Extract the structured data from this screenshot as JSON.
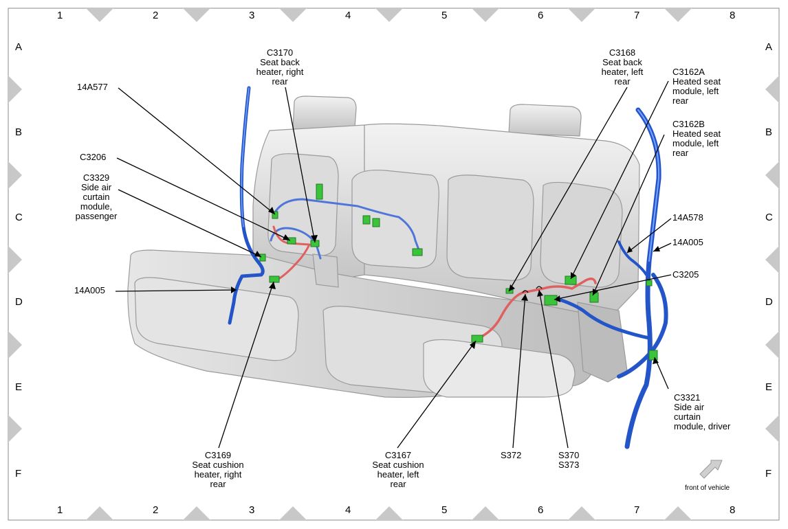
{
  "grid": {
    "columns": [
      "1",
      "2",
      "3",
      "4",
      "5",
      "6",
      "7",
      "8"
    ],
    "rows": [
      "A",
      "B",
      "C",
      "D",
      "E",
      "F"
    ]
  },
  "labels": {
    "c3170": "C3170\nSeat back\nheater, right\nrear",
    "c3168": "C3168\nSeat back\nheater, left\nrear",
    "c3162a": "C3162A\nHeated seat\nmodule, left\nrear",
    "c3162b": "C3162B\nHeated seat\nmodule, left\nrear",
    "a14a577": "14A577",
    "c3206": "C3206",
    "c3329": "C3329\nSide air\ncurtain\nmodule,\npassenger",
    "a14a005_left": "14A005",
    "a14a578": "14A578",
    "a14a005_right": "14A005",
    "c3205": "C3205",
    "c3321": "C3321\nSide air\ncurtain\nmodule, driver",
    "c3169": "C3169\nSeat cushion\nheater, right\nrear",
    "c3167": "C3167\nSeat cushion\nheater, left\nrear",
    "s372": "S372",
    "s370_s373": "S370\nS373",
    "front_of_vehicle": "front of vehicle"
  },
  "colors": {
    "harness_blue": "#2455c8",
    "harness_red": "#e06060",
    "connector_green": "#3cc33c",
    "seat_gray": "#d4d4d4"
  }
}
